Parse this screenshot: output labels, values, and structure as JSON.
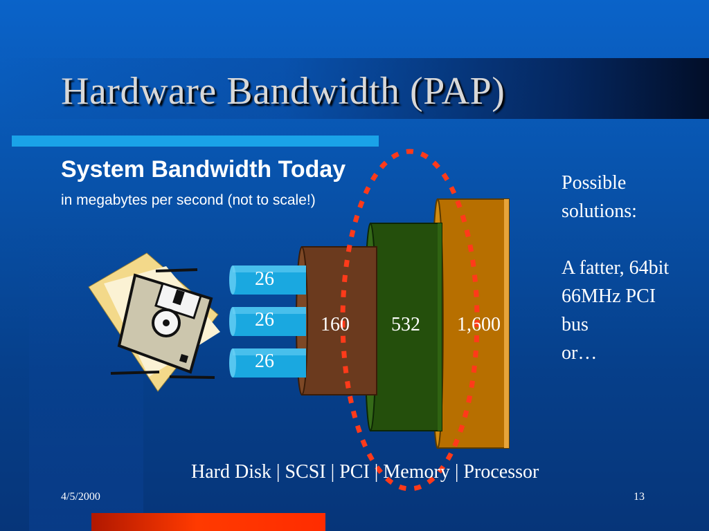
{
  "slide": {
    "title": "Hardware Bandwidth (PAP)",
    "subheading": "System Bandwidth Today",
    "subnote": "in megabytes per second (not to scale!)",
    "solutions": [
      "Possible",
      "solutions:",
      "",
      "A fatter, 64bit",
      "66MHz PCI",
      "bus",
      "or…"
    ],
    "caption": "Hard Disk | SCSI  |  PCI | Memory | Processor",
    "date": "4/5/2000",
    "page": "13"
  },
  "diagram": {
    "disk_values": [
      "26",
      "26",
      "26"
    ],
    "scsi_value": "160",
    "pci_value": "532",
    "memory_value": "1,600"
  },
  "colors": {
    "disk_tube": "#1aa8e0",
    "scsi": "#6b3a1e",
    "pci": "#244f0c",
    "memory": "#b76f00",
    "highlight": "#ff3a1a"
  },
  "icons": {
    "floppy": "floppy-disk-icon"
  }
}
